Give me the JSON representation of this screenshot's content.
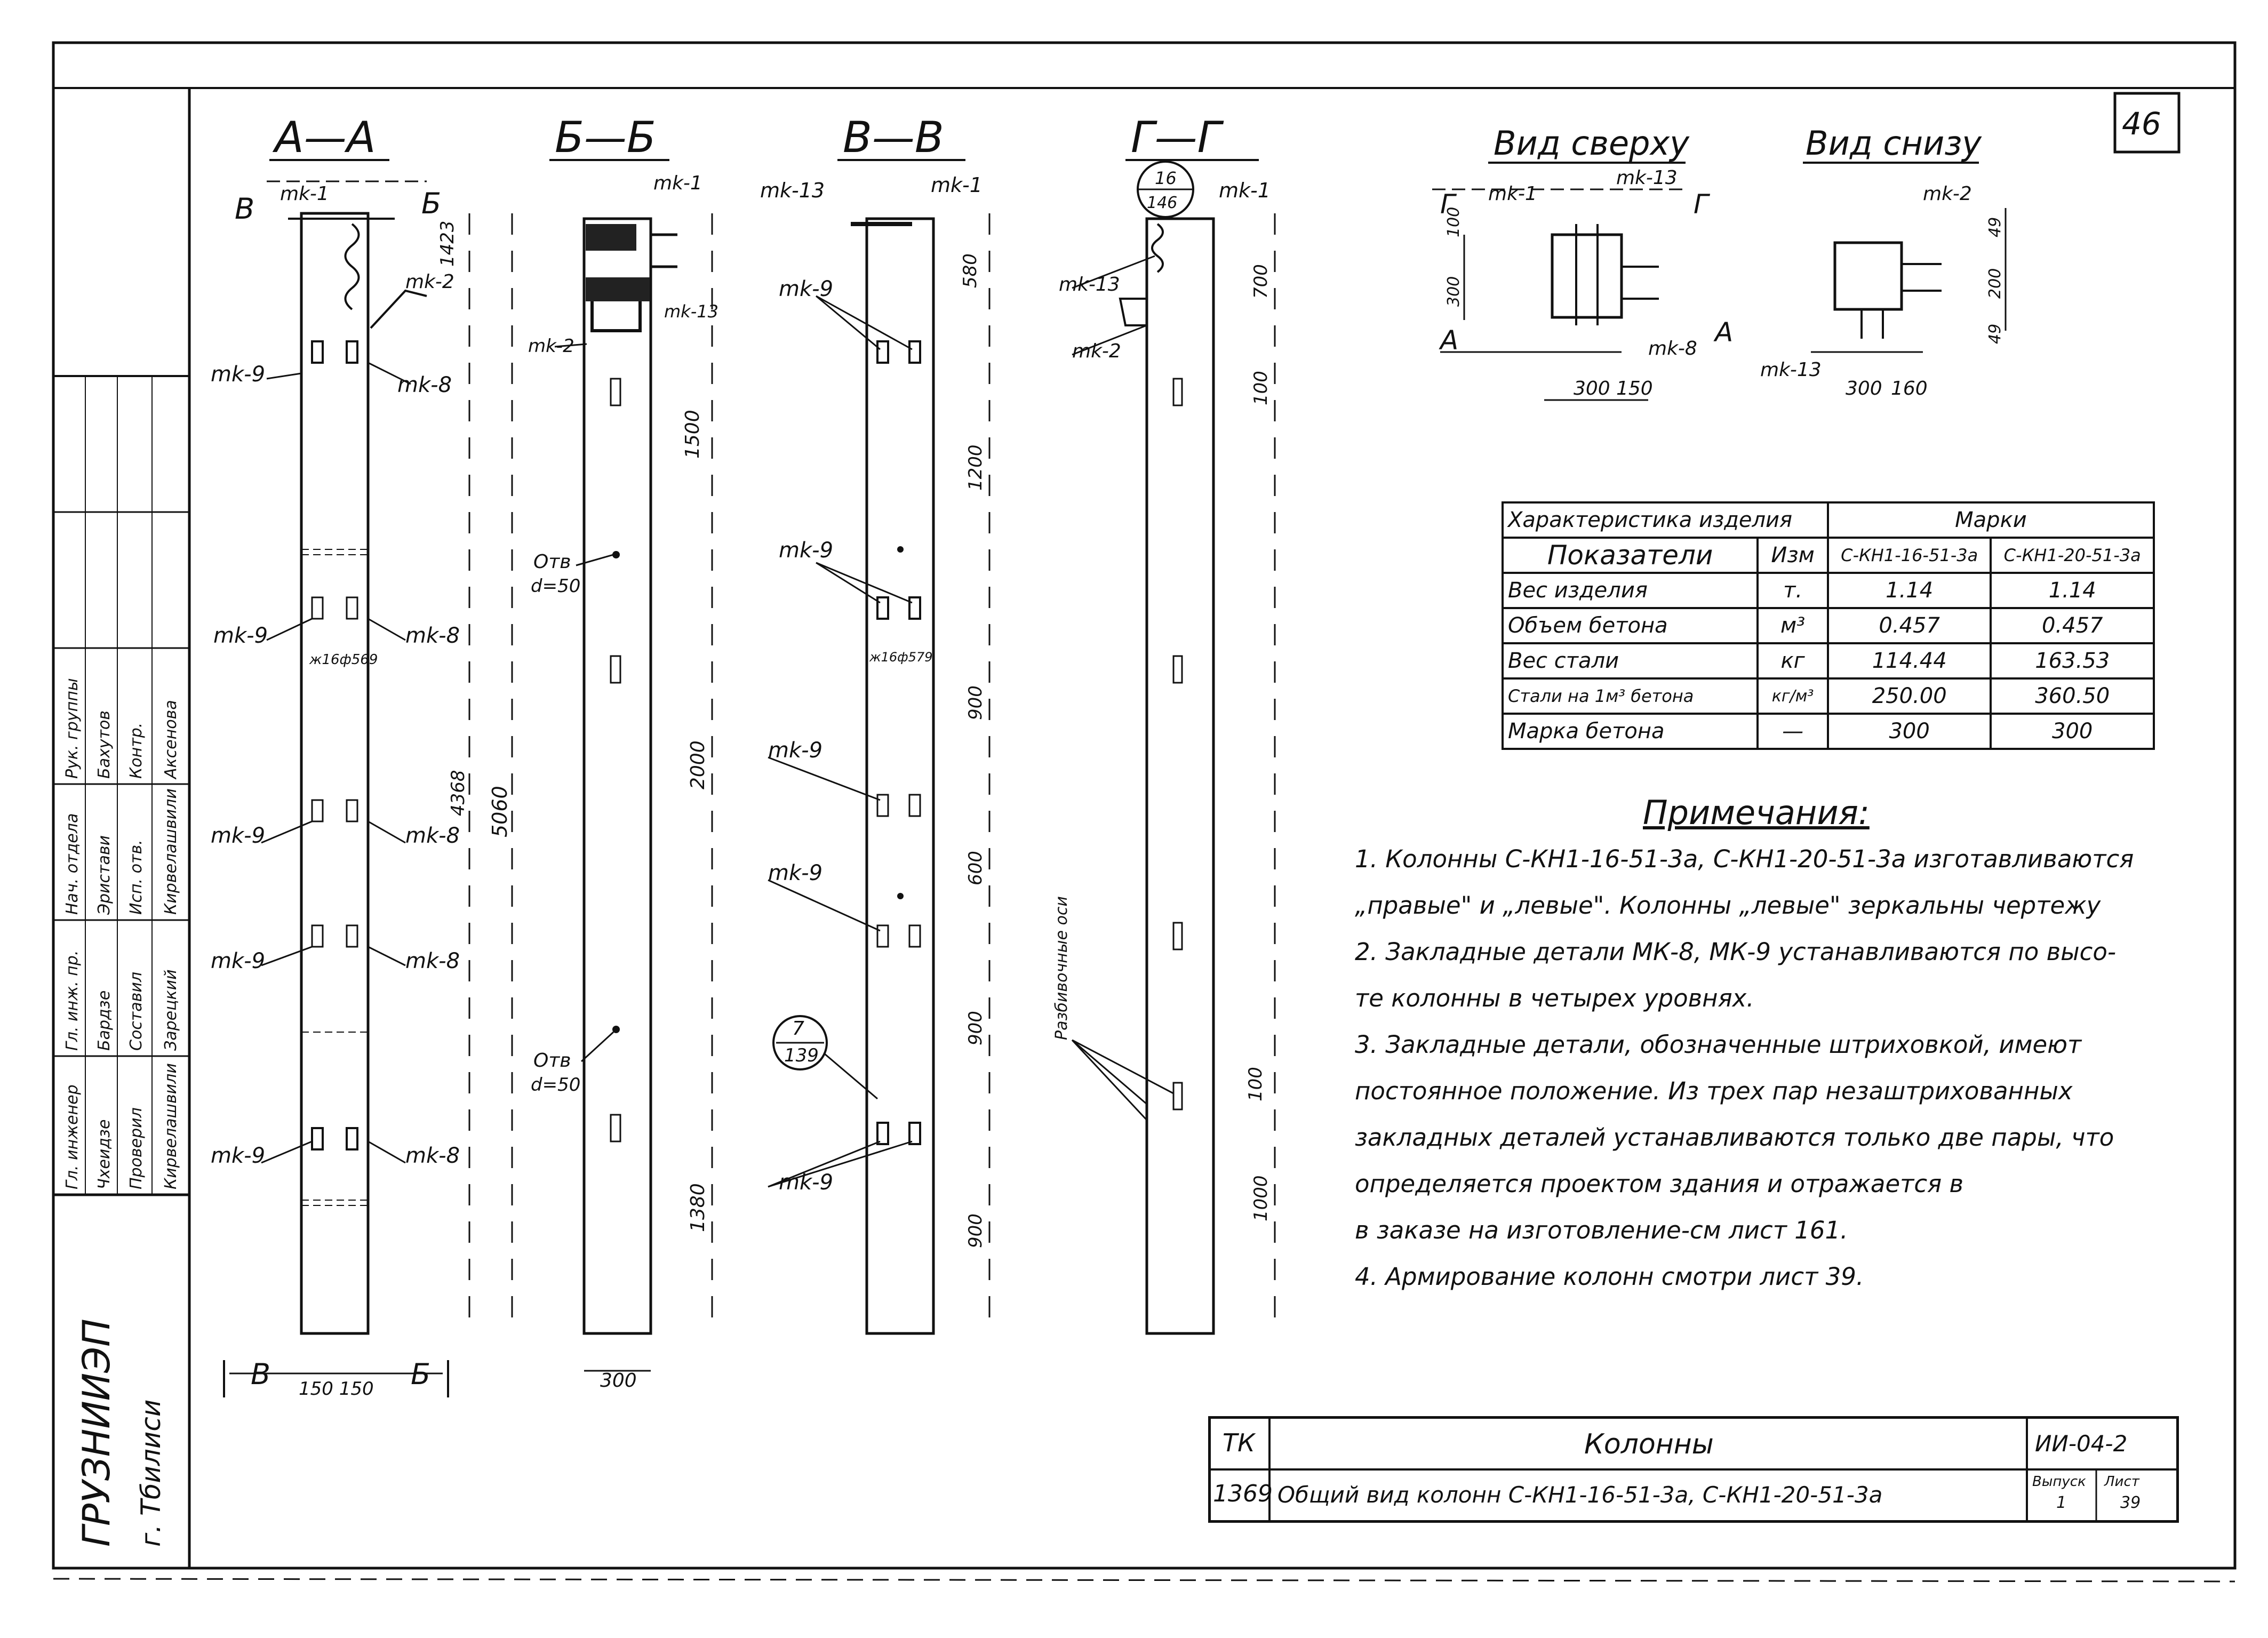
{
  "sheet": {
    "number": "46"
  },
  "sections": [
    {
      "label": "А—А"
    },
    {
      "label": "Б—Б"
    },
    {
      "label": "В—В"
    },
    {
      "label": "Г—Г"
    }
  ],
  "views": {
    "top": "Вид сверху",
    "bottom": "Вид снизу"
  },
  "callouts": {
    "mk1": "mk-1",
    "mk2": "mk-2",
    "mk8": "mk-8",
    "mk9": "mk-9",
    "mk13": "mk-13",
    "otv": "Отв",
    "otv_d": "d=50",
    "grid_axes": "Разбивочные оси",
    "ref_16": "16",
    "ref_146": "146",
    "ref_7": "7",
    "ref_139": "139",
    "dim_label_aa": "ж16ф569",
    "dim_label_vv": "ж16ф579"
  },
  "dims": {
    "aa_top": "1423",
    "aa_total": "4368",
    "aa_full": "5060",
    "aa_bottom": "150 150",
    "bb_1500": "1500",
    "bb_2000": "2000",
    "bb_1380": "1380",
    "bb_300": "300",
    "vv_580": "580",
    "vv_1200": "1200",
    "vv_900a": "900",
    "vv_600": "600",
    "vv_900b": "900",
    "vv_900c": "900",
    "gg_700": "700",
    "gg_100a": "100",
    "gg_100b": "100",
    "gg_1000": "1000",
    "top_300": "300",
    "top_150": "150",
    "top_300v": "300",
    "top_100": "100",
    "bot_300": "300",
    "bot_160": "160",
    "bot_49a": "49",
    "bot_200": "200",
    "bot_49b": "49",
    "cut_g": "Г",
    "cut_a": "А",
    "cut_v": "В",
    "cut_b": "Б"
  },
  "stamp_left": {
    "org": "ГРУЗНИИЭП",
    "city": "г. Тбилиси",
    "rows": [
      [
        "Гл. инженер",
        "Гл. инж. пр.",
        "Нач. отдела",
        "Рук. группы"
      ],
      [
        "Чхеидзе",
        "Бардзе",
        "Эристави",
        "Бахутов"
      ],
      [
        "Проверил",
        "Составил",
        "Исп. отв.",
        "Контр."
      ],
      [
        "Кирвелашвили",
        "Зарецкий",
        "Кирвелашвили",
        "Аксенова"
      ]
    ]
  },
  "table": {
    "header_left": "Характеристика изделия",
    "header_right": "Марки",
    "col_headers": [
      "Показатели",
      "Изм",
      "С-КН1-16-51-3а",
      "С-КН1-20-51-3а"
    ],
    "rows": [
      [
        "Вес изделия",
        "т.",
        "1.14",
        "1.14"
      ],
      [
        "Объем бетона",
        "м³",
        "0.457",
        "0.457"
      ],
      [
        "Вес стали",
        "кг",
        "114.44",
        "163.53"
      ],
      [
        "Стали на 1м³ бетона",
        "кг/м³",
        "250.00",
        "360.50"
      ],
      [
        "Марка бетона",
        "—",
        "300",
        "300"
      ]
    ]
  },
  "notes": {
    "title": "Примечания:",
    "lines": [
      "1. Колонны С-КН1-16-51-3а, С-КН1-20-51-3а изготавливаются",
      "„правые\" и „левые\". Колонны „левые\" зеркальны чертежу",
      "2. Закладные детали МК-8, МК-9 устанавливаются по высо-",
      "те колонны в четырех уровнях.",
      "3. Закладные детали, обозначенные штриховкой, имеют",
      "постоянное положение. Из трех пар незаштрихованных",
      "закладных деталей устанавливаются только две пары, что",
      "определяется проектом здания и отражается в",
      "в заказе на изготовление-см лист 161.",
      "4. Армирование колонн смотри лист 39."
    ]
  },
  "title_block": {
    "tk": "ТК",
    "code": "1369",
    "name": "Колонны",
    "desc": "Общий вид колонн С-КН1-16-51-3а, С-КН1-20-51-3а",
    "series": "ИИ-04-2",
    "issue_label": "Выпуск",
    "issue": "1",
    "sheet_label": "Лист",
    "sheet": "39"
  }
}
